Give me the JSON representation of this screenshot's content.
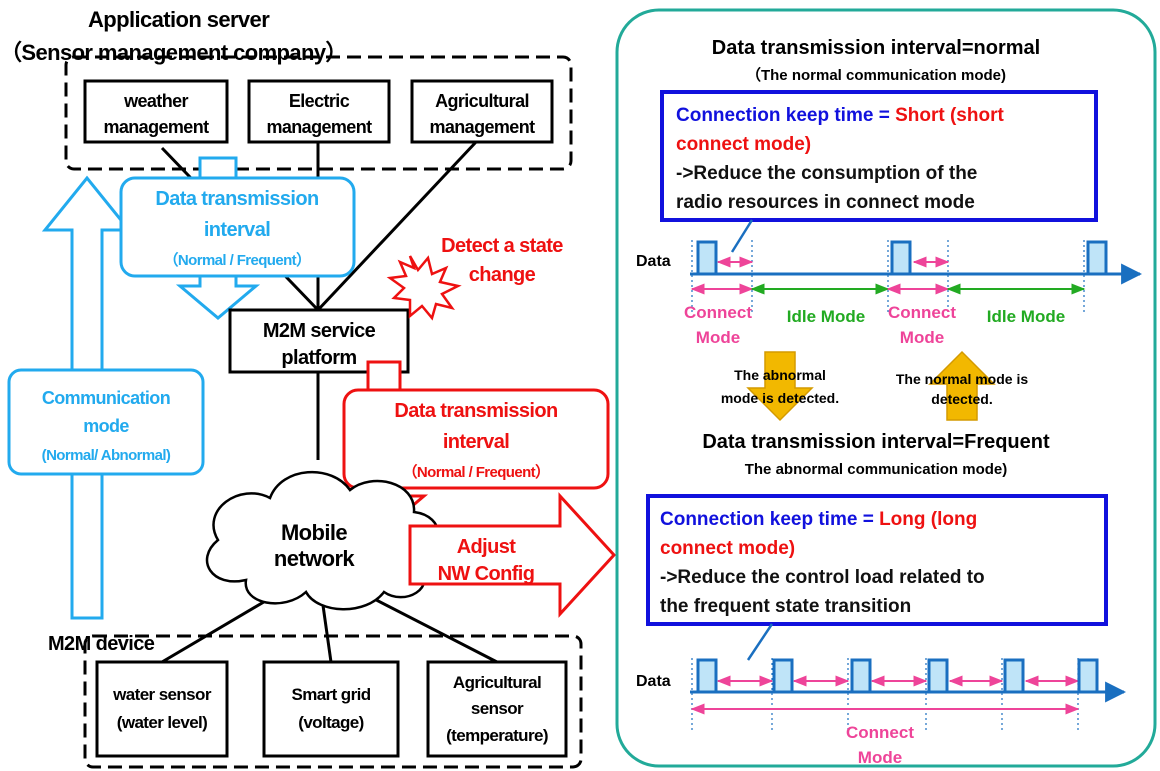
{
  "colors": {
    "black": "#000000",
    "light_blue": "#22aaee",
    "red": "#ee1111",
    "blue": "#1111dd",
    "teal": "#22aa99",
    "pink": "#ee4499",
    "green": "#22aa22",
    "gold": "#f2b800",
    "bar_fill": "#bfe4f8",
    "bar_stroke": "#1a6fc0"
  },
  "left": {
    "app_server_title": "Application server",
    "app_server_subtitle": "（Sensor management company）",
    "apps": [
      [
        "weather",
        "management"
      ],
      [
        "Electric",
        "management"
      ],
      [
        "Agricultural",
        "management"
      ]
    ],
    "upper_callout": [
      "Data transmission",
      "interval",
      "（Normal / Frequent）"
    ],
    "comm_mode": [
      "Communication",
      "mode",
      "(Normal/ Abnormal)"
    ],
    "detect": [
      "Detect  a state",
      "change"
    ],
    "platform": [
      "M2M service",
      "platform"
    ],
    "lower_callout": [
      "Data transmission",
      "interval",
      "（Normal  / Frequent）"
    ],
    "network": [
      "Mobile",
      "network"
    ],
    "adjust": [
      "Adjust",
      "NW Config"
    ],
    "device_title": "M2M device",
    "devices": [
      [
        "water sensor",
        "(water level)"
      ],
      [
        "Smart grid",
        "(voltage)"
      ],
      [
        "Agricultural",
        "sensor",
        "(temperature)"
      ]
    ]
  },
  "right": {
    "normal_title": "Data transmission interval=normal",
    "normal_subtitle": "（The normal communication mode)",
    "normal_box": {
      "prefix": "Connection keep time = ",
      "value1": "Short (short",
      "value2": "connect mode)",
      "desc1": "->Reduce the consumption of the",
      "desc2": "radio resources in connect mode"
    },
    "data_label": "Data",
    "connect_mode": [
      "Connect",
      "Mode"
    ],
    "idle_mode": "Idle Mode",
    "abnormal_detected": [
      "The abnormal",
      "mode is detected."
    ],
    "normal_detected": [
      "The normal mode is",
      "detected."
    ],
    "frequent_title": "Data transmission interval=Frequent",
    "frequent_subtitle": "The abnormal communication mode)",
    "frequent_box": {
      "prefix": "Connection keep time = ",
      "value1": "Long (long",
      "value2": "connect mode)",
      "desc1": "->Reduce the control load related to",
      "desc2": "the frequent state transition"
    }
  }
}
